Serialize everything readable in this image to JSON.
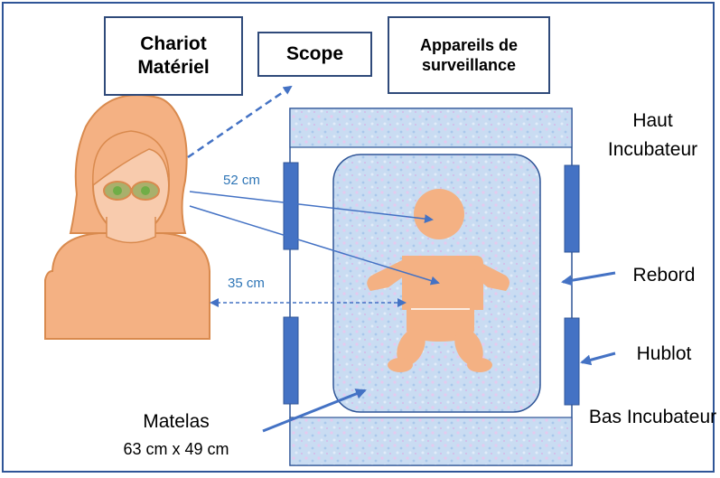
{
  "boxes": {
    "chariot": "Chariot Matériel",
    "scope": "Scope",
    "appareils": "Appareils de surveillance"
  },
  "labels": {
    "haut_incubateur": "Haut Incubateur",
    "rebord": "Rebord",
    "hublot": "Hublot",
    "bas_incubateur": "Bas Incubateur",
    "matelas": "Matelas",
    "matelas_size": "63 cm x 49 cm"
  },
  "distances": {
    "d1": "52 cm",
    "d2": "35 cm"
  },
  "colors": {
    "frame": "#2f5597",
    "skin": "#f4b183",
    "skin_outline": "#d98a4e",
    "arrow": "#4472c4",
    "hublot": "#2f5597",
    "pad_blue": "#bdd7ee",
    "distance_text": "#2e75b6"
  }
}
